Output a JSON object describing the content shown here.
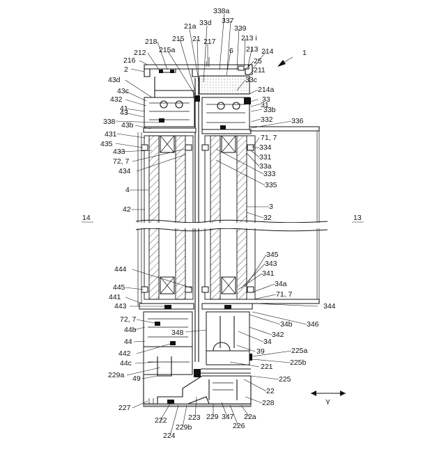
{
  "figure_number": "1",
  "side_labels": {
    "left": "14",
    "right": "13"
  },
  "direction_label": "Y",
  "callouts": {
    "c338a": "338a",
    "c337": "337",
    "c339": "339",
    "c21a": "21a",
    "c33d": "33d",
    "c213i": "213 i",
    "c215": "215",
    "c21": "21",
    "c217": "217",
    "c6": "6",
    "c213": "213",
    "c214": "214",
    "c218": "218",
    "c215a": "215a",
    "c212": "212",
    "c216": "216",
    "c25": "25",
    "c2": "2",
    "c211": "211",
    "c43d": "43d",
    "c33c": "33c",
    "c43c": "43c",
    "c214a": "214a",
    "c432": "432",
    "c33": "33",
    "c41": "41",
    "c31": "31",
    "c43": "43",
    "c33b": "33b",
    "c338": "338",
    "c332": "332",
    "c336": "336",
    "c43b": "43b",
    "c431": "431",
    "c71_7a": "71, 7",
    "c435": "435",
    "c334": "334",
    "c433": "433",
    "c331": "331",
    "c72_7a": "72, 7",
    "c33a": "33a",
    "c434": "434",
    "c333": "333",
    "c335": "335",
    "c4": "4",
    "c3": "3",
    "c42": "42",
    "c32": "32",
    "c444": "444",
    "c345": "345",
    "c343": "343",
    "c341": "341",
    "c445": "445",
    "c34a": "34a",
    "c441": "441",
    "c71_7b": "71, 7",
    "c443": "443",
    "c344": "344",
    "c72_7b": "72, 7",
    "c346": "346",
    "c34b": "34b",
    "c44b": "44b",
    "c348": "348",
    "c342": "342",
    "c44": "44",
    "c34": "34",
    "c39": "39",
    "c442": "442",
    "c225a": "225a",
    "c44c": "44c",
    "c225b": "225b",
    "c221": "221",
    "c229a": "229a",
    "c49": "49",
    "c225": "225",
    "c22": "22",
    "c227": "227",
    "c228": "228",
    "c222": "222",
    "c223": "223",
    "c229": "229",
    "c347": "347",
    "c22a": "22a",
    "c229b": "229b",
    "c226": "226",
    "c224": "224"
  }
}
